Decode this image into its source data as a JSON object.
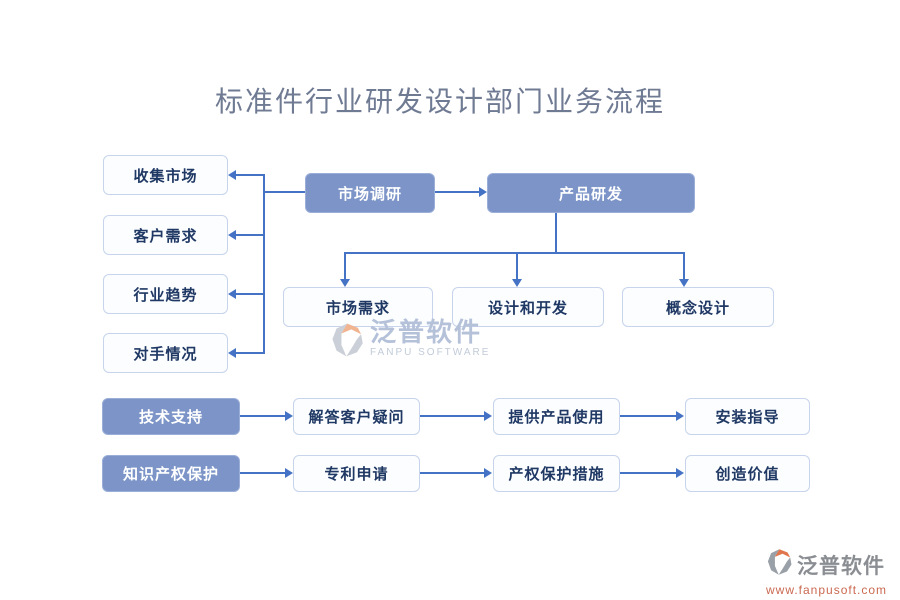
{
  "title": "标准件行业研发设计部门业务流程",
  "palette": {
    "connector_blue": "#4472C4",
    "node_fill_blue": "#7C94C7",
    "node_text_navy": "#1F3864",
    "url_orange": "#CA6950",
    "title_gray_blue": "#6F7A93"
  },
  "flow": {
    "market_research": "市场调研",
    "product_dev": "产品研发",
    "sources": [
      "收集市场",
      "客户需求",
      "行业趋势",
      "对手情况"
    ],
    "outputs": [
      "市场需求",
      "设计和开发",
      "概念设计"
    ],
    "support": {
      "head": "技术支持",
      "steps": [
        "解答客户疑问",
        "提供产品使用",
        "安装指导"
      ]
    },
    "ip": {
      "head": "知识产权保护",
      "steps": [
        "专利申请",
        "产权保护措施",
        "创造价值"
      ]
    }
  },
  "watermark": {
    "name": "泛普软件",
    "subtitle": "FANPU SOFTWARE"
  },
  "footer": {
    "brand": "泛普软件",
    "url": "www.fanpusoft.com"
  }
}
